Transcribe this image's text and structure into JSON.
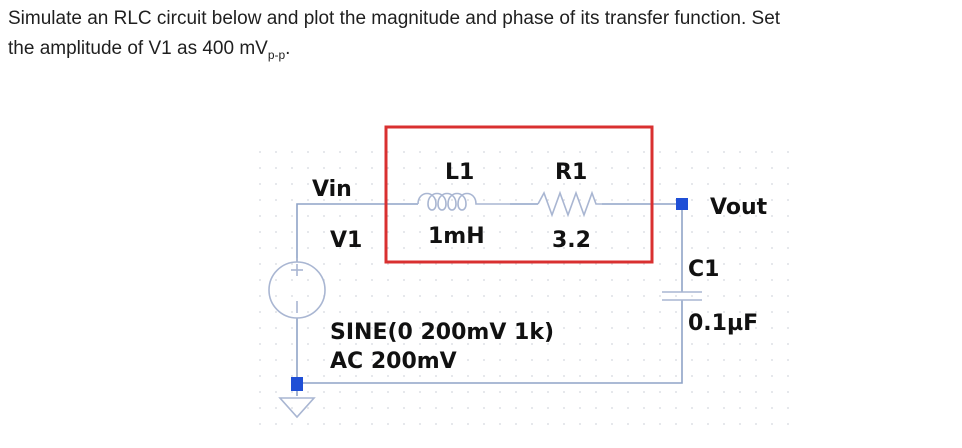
{
  "question": {
    "line1": "Simulate an RLC circuit below and plot the magnitude and phase of its transfer function. Set",
    "line2_prefix": "the amplitude of V1 as 400 mV",
    "line2_sub": "p-p",
    "line2_suffix": "."
  },
  "schematic": {
    "net_in": "Vin",
    "source_name": "V1",
    "inductor_name": "L1",
    "inductor_value": "1mH",
    "resistor_name": "R1",
    "resistor_value": "3.2",
    "net_out": "Vout",
    "capacitor_name": "C1",
    "capacitor_value": "0.1µF",
    "source_spec_line1": "SINE(0 200mV 1k)",
    "source_spec_line2": "AC 200mV"
  },
  "colors": {
    "wire": "#8fa3c7",
    "component": "#a9b6d2",
    "highlight_box": "#d93030",
    "net_marker": "#1f4fd6",
    "text": "#111111"
  }
}
